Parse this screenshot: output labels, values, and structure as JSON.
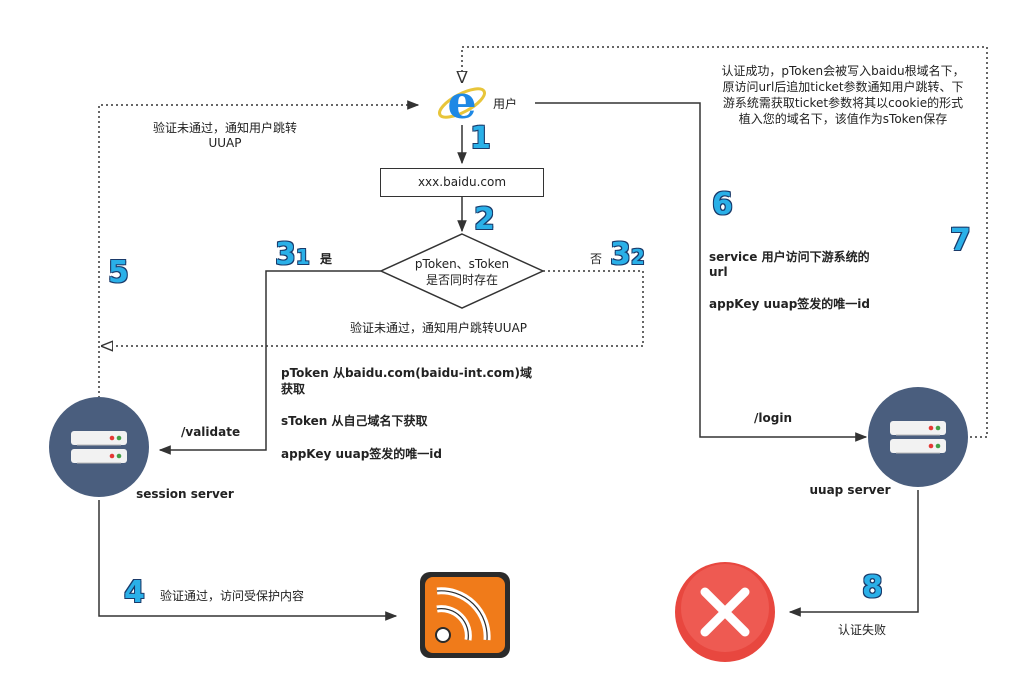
{
  "user": {
    "label": "用户"
  },
  "url_box": {
    "text": "xxx.baidu.com"
  },
  "decision": {
    "line1": "pToken、sToken",
    "line2": "是否同时存在"
  },
  "steps": {
    "s1": "1",
    "s2": "2",
    "s31_main": "3",
    "s31_sub": "1",
    "s32_main": "3",
    "s32_sub": "2",
    "s4": "4",
    "s5": "5",
    "s6": "6",
    "s7": "7",
    "s8": "8"
  },
  "branches": {
    "yes": "是",
    "no": "否"
  },
  "notes": {
    "fail_top_line1": "验证未通过，通知用户跳转",
    "fail_top_line2": "UUAP",
    "fail_mid": "验证未通过，通知用户跳转UUAP",
    "success_line1": "认证成功，pToken会被写入baidu根域名下，",
    "success_line2": "原访问url后追加ticket参数通知用户跳转、下",
    "success_line3": "游系统需获取ticket参数将其以cookie的形式",
    "success_line4": "植入您的域名下，该值作为sToken保存",
    "pass": "验证通过，访问受保护内容",
    "auth_fail": "认证失败"
  },
  "params_left": {
    "ptoken_line1": "pToken  从baidu.com(baidu-int.com)域",
    "ptoken_line2": "获取",
    "stoken": "sToken  从自己域名下获取",
    "appkey": "appKey  uuap签发的唯一id"
  },
  "params_right": {
    "service_line1": "service  用户访问下游系统的",
    "service_line2": "url",
    "appkey": "appKey  uuap签发的唯一id"
  },
  "endpoints": {
    "validate": "/validate",
    "login": "/login"
  },
  "servers": {
    "session": "session server",
    "uuap": "uuap server"
  },
  "colors": {
    "server_bg": "#4a5e7e",
    "rss_orange": "#f07b1a",
    "error_red": "#e8473f",
    "ie_blue": "#1e88e5",
    "step_blue": "#2ab0e8"
  },
  "icons": {
    "user": "ie-browser-icon",
    "server": "server-icon",
    "content": "rss-icon",
    "fail": "error-x-icon"
  }
}
